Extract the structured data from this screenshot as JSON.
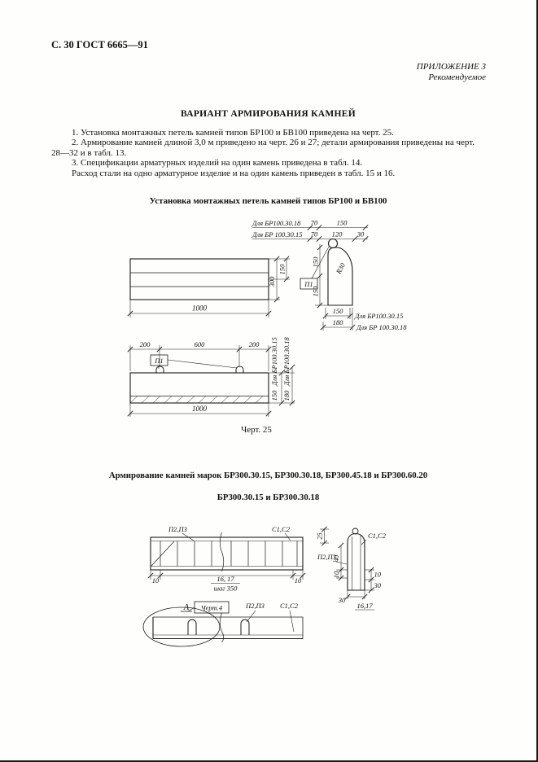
{
  "doc": {
    "header": "С. 30 ГОСТ 6665—91",
    "appendix_line1": "ПРИЛОЖЕНИЕ 3",
    "appendix_line2": "Рекомендуемое",
    "title": "ВАРИАНТ АРМИРОВАНИЯ КАМНЕЙ",
    "paragraphs": [
      "1. Установка монтажных петель камней типов БР100 и БВ100 приведена на черт. 25.",
      "2. Армирование камней длиной 3,0 м приведено на черт. 26 и 27; детали армирования приведены на черт. 28—32 и в табл. 13.",
      "3. Спецификации арматурных изделий на один камень приведена в табл. 14.",
      "Расход стали на одно арматурное изделие и на один камень приведен в табл. 15 и 16."
    ]
  },
  "fig25": {
    "title": "Установка монтажных петель камней типов БР100 и БВ100",
    "caption": "Черт. 25",
    "ref_18": "Для БР100.30.18",
    "ref_15": "Для БР 100.30.15",
    "dims": {
      "d70a": "70",
      "d150a": "150",
      "d70b": "70",
      "d120": "120",
      "d30": "30",
      "d300": "300",
      "d150_block": "150",
      "d1000_top": "1000",
      "v150a": "150",
      "v150b": "150",
      "r30": "R30",
      "p1": "П1",
      "w150": "150",
      "w150_label": "Для БР100.30.15",
      "w180": "180",
      "w180_label": "Для БР 100.30.18",
      "d200a": "200",
      "d600": "600",
      "d200b": "200",
      "p1b": "П1",
      "d1000_bot": "1000",
      "h150": "150",
      "h150_label": "Для БР100.30.15",
      "h180": "180",
      "h180_label": "Для БР100.30.18"
    }
  },
  "fig26": {
    "title": "Армирование камней марок БР300.30.15, БР300.30.18, БР300.45.18 и БР300.60.20",
    "subtitle": "БР300.30.15 и БР300.30.18",
    "elev": {
      "p23": "П2,П3",
      "c12": "С1,С2",
      "d10l": "10",
      "d10r": "10",
      "pos": "16, 17",
      "step": "шаг 350",
      "d25": "25"
    },
    "sect": {
      "c12": "С1,С2",
      "p23": "П2,П3",
      "d40": "40",
      "d10l": "10",
      "d10r": "10",
      "d30r": "30",
      "d30b": "30",
      "pos": "16,17"
    },
    "detail": {
      "a": "А",
      "ref": "Черт.4",
      "p23": "П2,П3",
      "c12": "С1,С2"
    }
  }
}
